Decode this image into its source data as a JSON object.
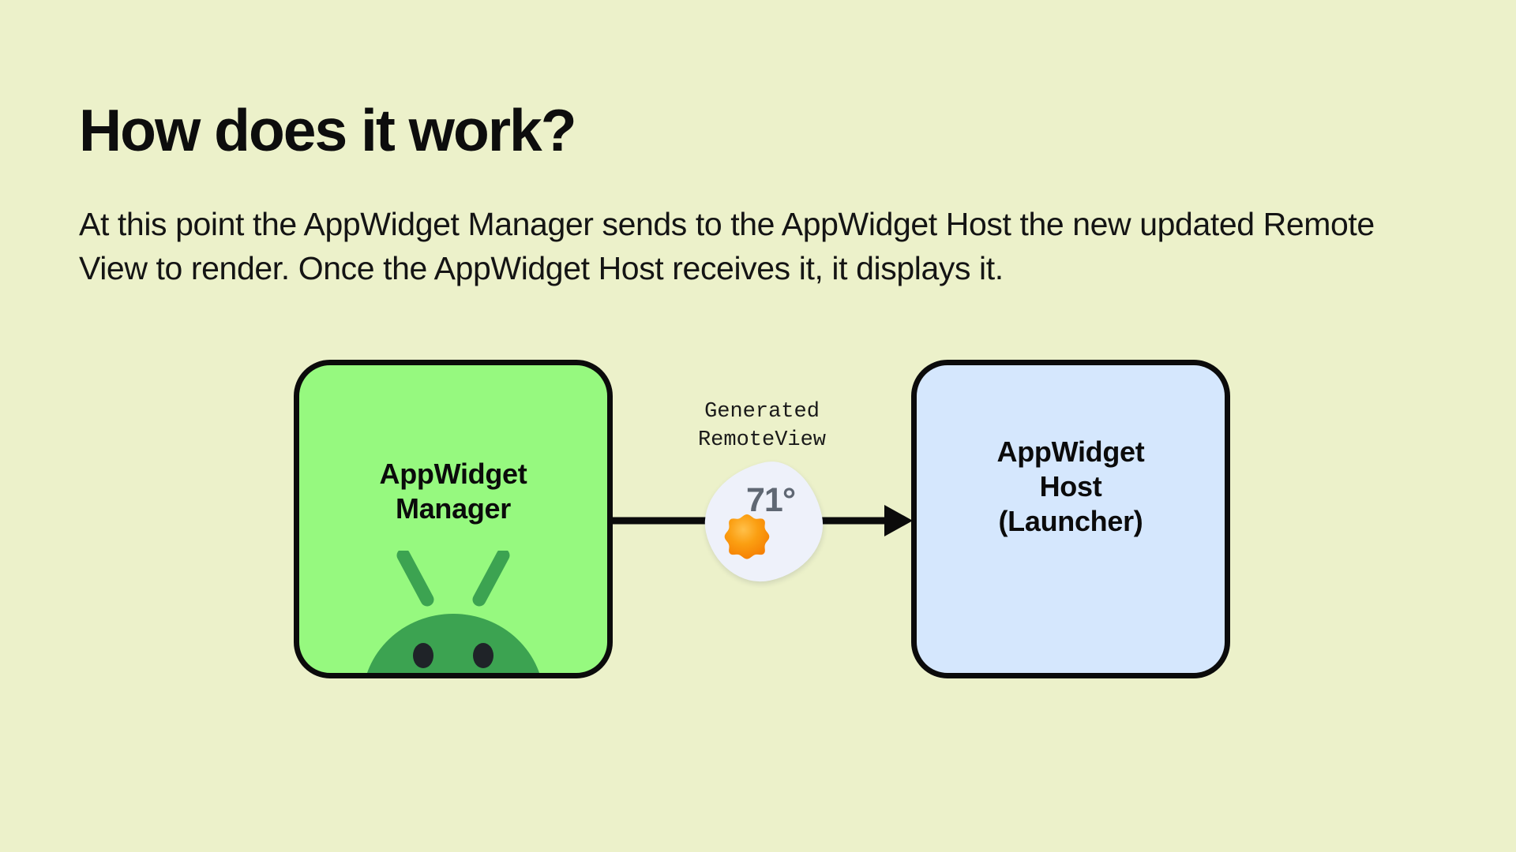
{
  "slide": {
    "background_color": "#ecf1ca",
    "title": "How does it work?",
    "paragraph": "At this point the AppWidget Manager sends to the AppWidget Host the new updated Remote View to render. Once the AppWidget Host receives it, it displays it."
  },
  "diagram": {
    "type": "flow",
    "nodes": [
      {
        "id": "appwidget-manager",
        "label_lines": [
          "AppWidget",
          "Manager"
        ],
        "label": "AppWidget Manager",
        "fill_color": "#96f97f",
        "border_color": "#0b0b0b",
        "icon": "android-robot-icon",
        "icon_color": "#3ca351"
      },
      {
        "id": "appwidget-host",
        "label_lines": [
          "AppWidget",
          "Host",
          "(Launcher)"
        ],
        "label": "AppWidget Host (Launcher)",
        "fill_color": "#d5e7fd",
        "border_color": "#0b0b0b"
      }
    ],
    "edges": [
      {
        "id": "manager-to-host",
        "from": "appwidget-manager",
        "to": "appwidget-host",
        "caption_lines": [
          "Generated",
          "RemoteView"
        ],
        "caption": "Generated RemoteView",
        "color": "#0b0b0b",
        "arrowhead": "solid-triangle"
      }
    ],
    "widget_chip": {
      "id": "weather-widget",
      "temperature": "71°",
      "temperature_color": "#5f6773",
      "background_color": "#eef1fa",
      "icon": "sun-icon",
      "icon_color": "#fb9206"
    }
  }
}
